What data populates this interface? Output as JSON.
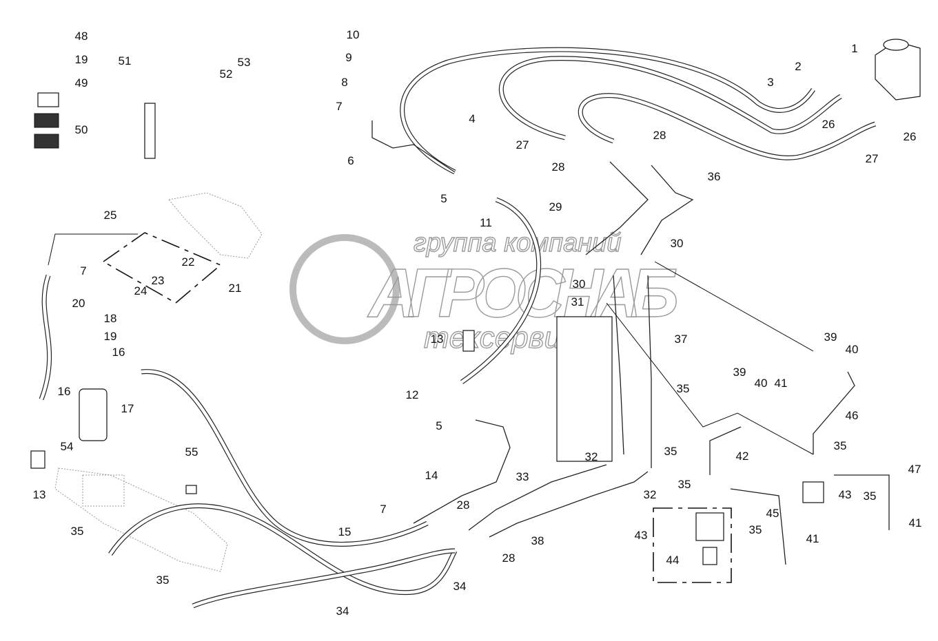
{
  "watermark": {
    "line1": "группа компаний",
    "line2": "АГРОСНАБ",
    "line3": "техсервис"
  },
  "callouts": [
    "48",
    "19",
    "49",
    "50",
    "51",
    "52",
    "53",
    "10",
    "9",
    "8",
    "7",
    "6",
    "4",
    "5",
    "11",
    "25",
    "7",
    "20",
    "22",
    "23",
    "24",
    "21",
    "18",
    "19",
    "16",
    "16",
    "17",
    "54",
    "13",
    "55",
    "35",
    "35",
    "13",
    "12",
    "5",
    "14",
    "7",
    "15",
    "28",
    "33",
    "38",
    "28",
    "34",
    "34",
    "1",
    "2",
    "3",
    "26",
    "26",
    "27",
    "27",
    "28",
    "28",
    "36",
    "29",
    "30",
    "30",
    "31",
    "37",
    "32",
    "32",
    "35",
    "35",
    "39",
    "39",
    "40",
    "40",
    "41",
    "46",
    "42",
    "35",
    "47",
    "43",
    "35",
    "41",
    "35",
    "45",
    "35",
    "41",
    "43",
    "44"
  ],
  "colors": {
    "line": "#222222",
    "watermark": "#9a9a9a"
  }
}
